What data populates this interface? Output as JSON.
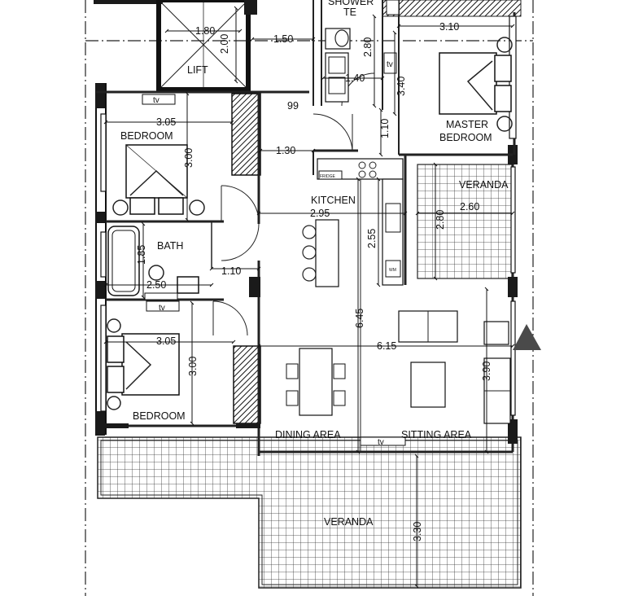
{
  "rooms": {
    "shower": "SHOWER",
    "te": "TE",
    "lift": "LIFT",
    "bedroom_top": "BEDROOM",
    "master_1": "MASTER",
    "master_2": "BEDROOM",
    "kitchen": "KITCHEN",
    "veranda_right": "VERANDA",
    "bath": "BATH",
    "bedroom_bottom": "BEDROOM",
    "dining": "DINING  AREA",
    "sitting": "SITTING AREA",
    "veranda_bottom": "VERANDA"
  },
  "dimensions": {
    "lift_w": "1.80",
    "lift_h": "2.00",
    "corr_w": "1.50",
    "shower_h": "2.80",
    "master_w": "3.10",
    "master_h": "3.40",
    "shaft": "1.40",
    "shaft_h": "1.10",
    "area_tag": "99",
    "bed_top_w": "3.05",
    "bed_top_h": "3.00",
    "hall_w": "1.30",
    "kitchen_w": "2.95",
    "kitchen_h": "2.55",
    "ver_r_w": "2.60",
    "ver_r_h": "2.80",
    "bath_h": "1.85",
    "bath_w": "2.50",
    "bath_d": "1.10",
    "living_h": "6.45",
    "living_w": "6.15",
    "bed_bot_w": "3.05",
    "bed_bot_h": "3.00",
    "sitting_h": "3.90",
    "ver_b_h": "3.30"
  },
  "fixtures": {
    "tv": "tv",
    "fridge": "FRIDGE",
    "wm": "WM"
  },
  "colors": {
    "wall": "#1a1a1a",
    "line": "#222222",
    "north_arrow": "#4a4a4a"
  }
}
